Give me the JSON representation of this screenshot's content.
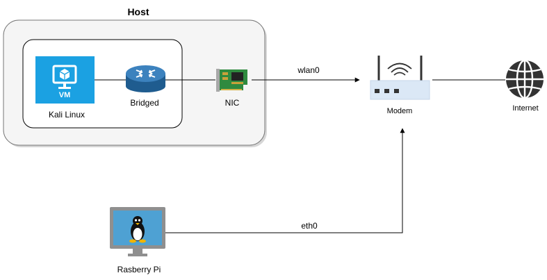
{
  "host": {
    "title": "Host"
  },
  "vm": {
    "badge": "VM",
    "label": "Kali Linux"
  },
  "bridge": {
    "label": "Bridged"
  },
  "nic": {
    "label": "NIC"
  },
  "modem": {
    "label": "Modem"
  },
  "internet": {
    "label": "Internet"
  },
  "pi": {
    "label": "Rasberry Pi"
  },
  "links": {
    "wlan": "wlan0",
    "eth": "eth0"
  },
  "colors": {
    "vm_blue": "#1ba1e2",
    "router_blue": "#2c6ea6",
    "nic_green": "#2f8a3f",
    "modem_panel": "#dbe8f6",
    "dark": "#333333"
  }
}
